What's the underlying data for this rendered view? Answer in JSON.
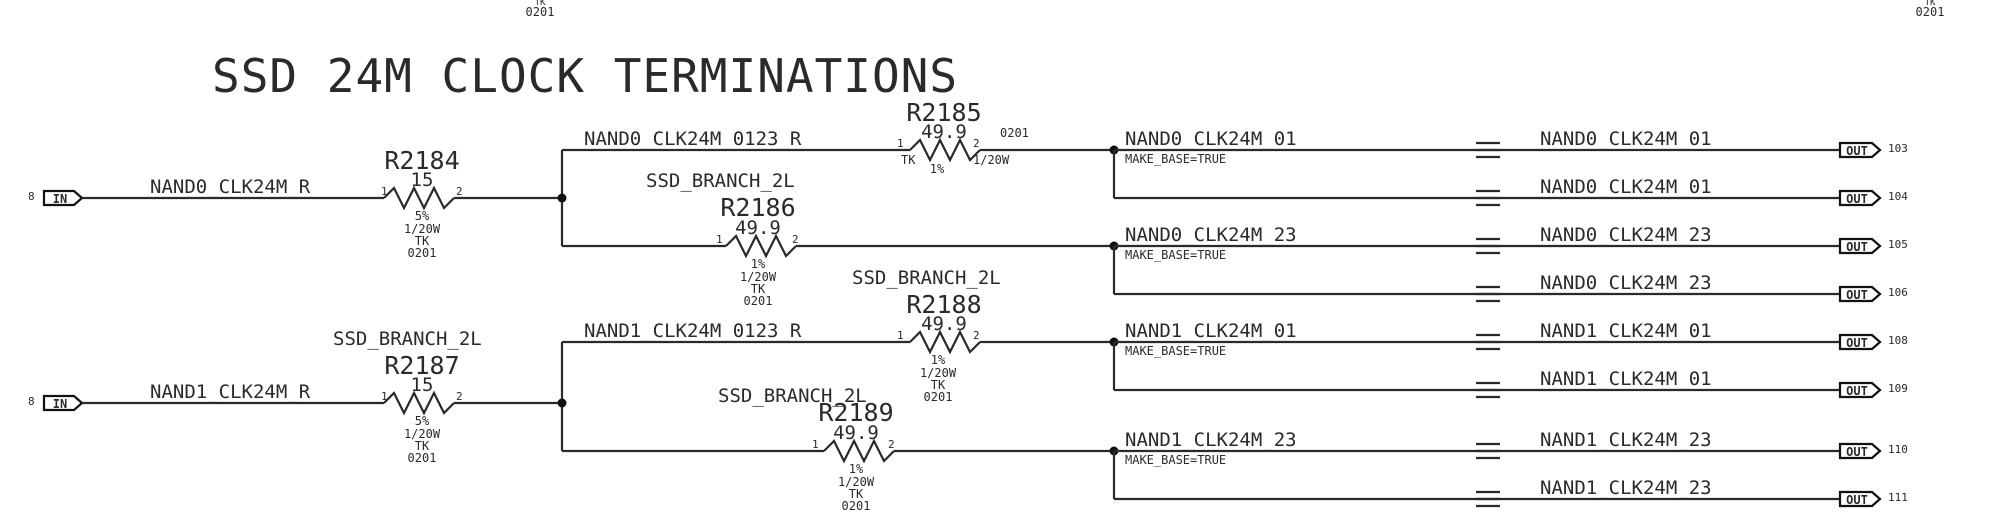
{
  "title": "SSD 24M CLOCK TERMINATIONS",
  "top_fragments": {
    "left": [
      "TK",
      "0201"
    ],
    "right": [
      "TK",
      "0201"
    ]
  },
  "inputs": [
    {
      "label": "IN",
      "ref": "8",
      "net": "NAND0_CLK24M_R"
    },
    {
      "label": "IN",
      "ref": "8",
      "net": "NAND1_CLK24M_R"
    }
  ],
  "resistors": {
    "r2184": {
      "ref": "R2184",
      "value": "15",
      "pin1": "1",
      "pin2": "2",
      "attrs": [
        "5%",
        "1/20W",
        "TK",
        "0201"
      ]
    },
    "r2185": {
      "ref": "R2185",
      "value": "49.9",
      "pin1": "1",
      "pin2": "2",
      "side_tk": "TK",
      "tol": "1%",
      "power": "1/20W",
      "pkg": "0201"
    },
    "r2186": {
      "ref": "R2186",
      "branch": "SSD_BRANCH_2L",
      "value": "49.9",
      "pin1": "1",
      "pin2": "2",
      "attrs": [
        "1%",
        "1/20W",
        "TK",
        "0201"
      ]
    },
    "r2187": {
      "ref": "R2187",
      "branch": "SSD_BRANCH_2L",
      "value": "15",
      "pin1": "1",
      "pin2": "2",
      "attrs": [
        "5%",
        "1/20W",
        "TK",
        "0201"
      ]
    },
    "r2188": {
      "ref": "R2188",
      "branch": "SSD_BRANCH_2L",
      "value": "49.9",
      "pin1": "1",
      "pin2": "2",
      "attrs": [
        "1%",
        "1/20W",
        "TK",
        "0201"
      ]
    },
    "r2189": {
      "ref": "R2189",
      "branch": "SSD_BRANCH_2L",
      "value": "49.9",
      "pin1": "1",
      "pin2": "2",
      "attrs": [
        "1%",
        "1/20W",
        "TK",
        "0201"
      ]
    }
  },
  "nets": {
    "n0_0123": "NAND0_CLK24M_0123_R",
    "n1_0123": "NAND1_CLK24M_0123_R",
    "n0_01": "NAND0_CLK24M_01",
    "n0_23": "NAND0_CLK24M_23",
    "n1_01": "NAND1_CLK24M_01",
    "n1_23": "NAND1_CLK24M_23",
    "make_base": "MAKE_BASE=TRUE"
  },
  "outputs": [
    {
      "net": "NAND0_CLK24M_01",
      "label": "OUT",
      "ref": "103"
    },
    {
      "net": "NAND0_CLK24M_01",
      "label": "OUT",
      "ref": "104"
    },
    {
      "net": "NAND0_CLK24M_23",
      "label": "OUT",
      "ref": "105"
    },
    {
      "net": "NAND0_CLK24M_23",
      "label": "OUT",
      "ref": "106"
    },
    {
      "net": "NAND1_CLK24M_01",
      "label": "OUT",
      "ref": "108"
    },
    {
      "net": "NAND1_CLK24M_01",
      "label": "OUT",
      "ref": "109"
    },
    {
      "net": "NAND1_CLK24M_23",
      "label": "OUT",
      "ref": "110"
    },
    {
      "net": "NAND1_CLK24M_23",
      "label": "OUT",
      "ref": "111"
    }
  ]
}
